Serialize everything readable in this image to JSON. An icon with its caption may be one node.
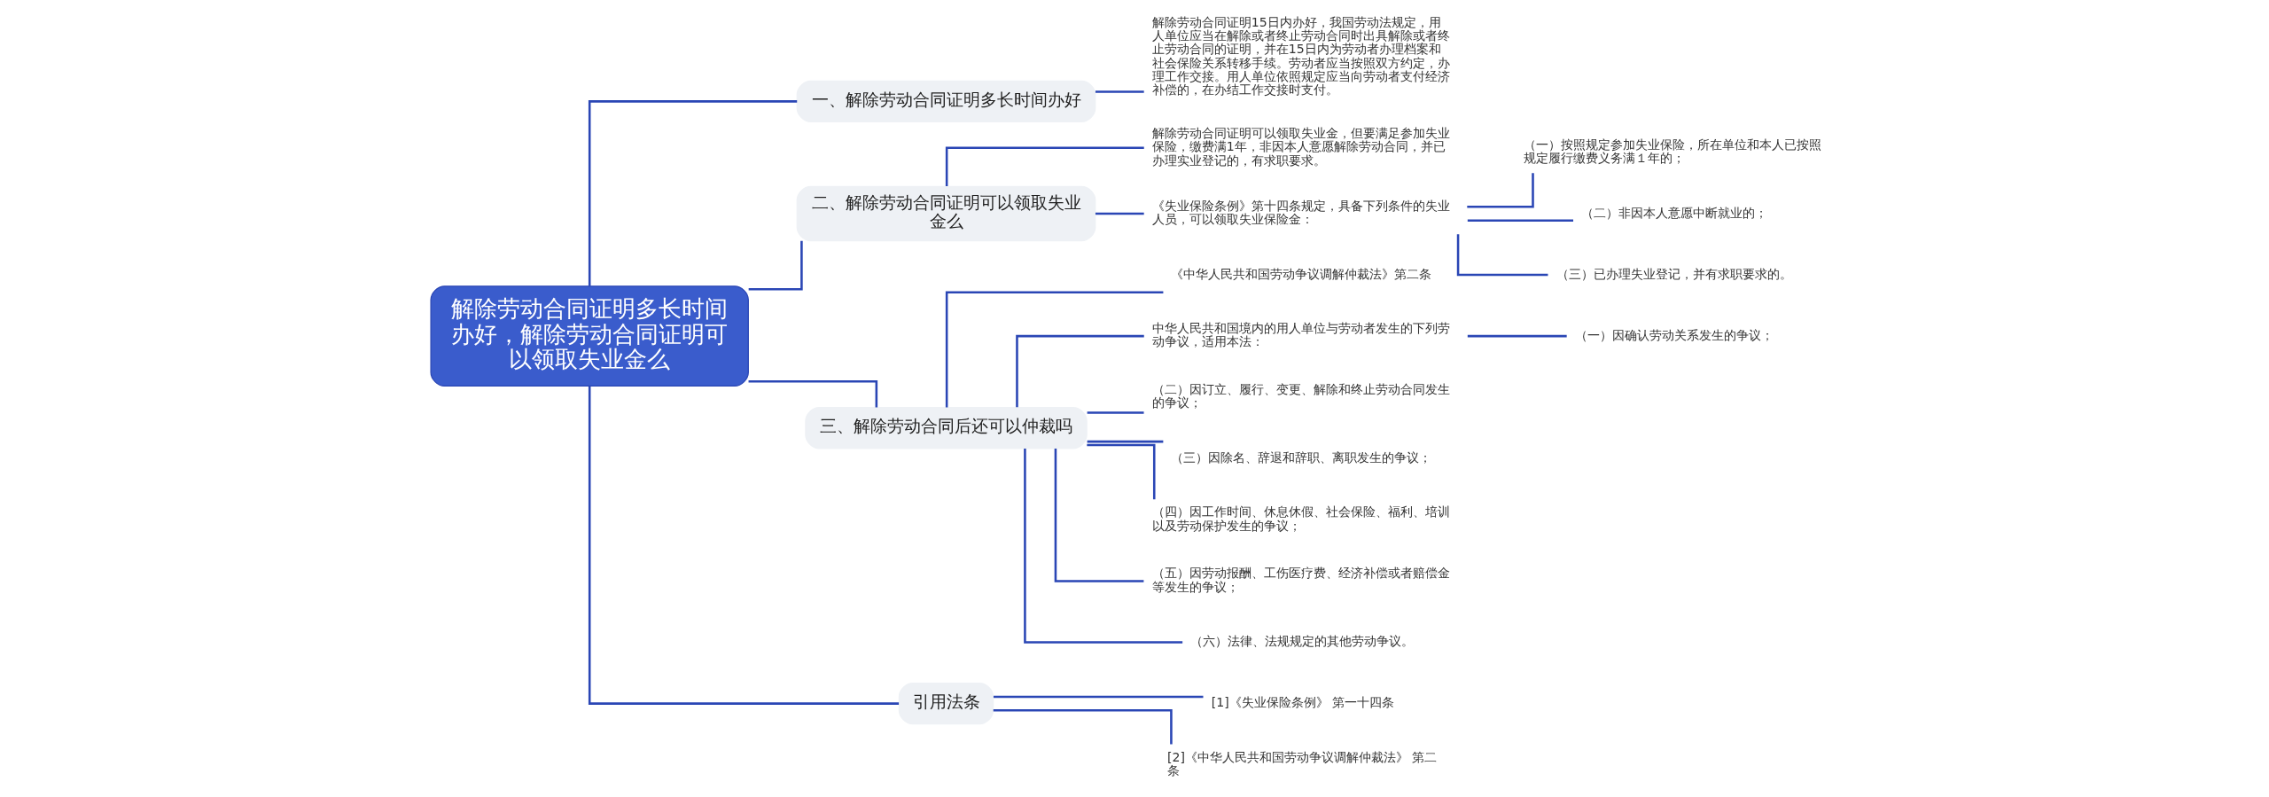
{
  "diagram": {
    "nodes": [
      {
        "text": [
          "解除劳动合同证明多长时间办好，解除劳动合同证明可以领取失业金么"
        ]
      },
      {
        "text": [
          "一、解除劳动合同证明多长时间办好"
        ]
      },
      {
        "text": [
          "解除劳动合同证明15日内办好，我国劳动法规定，用人单位应当在解除或者终止劳动合同时出具解除或者终止劳动合同的证明，并在15日内为劳动者办理档案和社会保险关系转移手续。劳动者应当按照双方约定，办理工作交接。用人单位依照规定应当向劳动者支付经济补偿的，在办结工作交接时支付。"
        ]
      },
      {
        "text": [
          "二、解除劳动合同证明可以领取失业金么"
        ]
      },
      {
        "text": [
          "解除劳动合同证明可以领取失业金，但要满足参加失业保险，缴费满1年，非因本人意愿解除劳动合同，并已办理实业登记的，有求职要求。"
        ]
      },
      {
        "text": [
          "《失业保险条例》第十四条规定，具备下列条件的失业人员，可以领取失业保险金："
        ]
      },
      {
        "text": [
          "（一）按照规定参加失业保险，所在单位和本人已按照规定履行缴费义务满１年的；"
        ]
      },
      {
        "text": [
          "（二）非因本人意愿中断就业的；"
        ]
      },
      {
        "text": [
          "（三）已办理失业登记，并有求职要求的。"
        ]
      },
      {
        "text": [
          "三、解除劳动合同后还可以仲裁吗"
        ]
      },
      {
        "text": [
          "《中华人民共和国劳动争议调解仲裁法》第二条"
        ]
      },
      {
        "text": [
          "中华人民共和国境内的用人单位与劳动者发生的下列劳动争议，适用本法："
        ]
      },
      {
        "text": [
          "（一）因确认劳动关系发生的争议；"
        ]
      },
      {
        "text": [
          "（二）因订立、履行、变更、解除和终止劳动合同发生的争议；"
        ]
      },
      {
        "text": [
          "（三）因除名、辞退和辞职、离职发生的争议；"
        ]
      },
      {
        "text": [
          "（四）因工作时间、休息休假、社会保险、福利、培训以及劳动保护发生的争议；"
        ]
      },
      {
        "text": [
          "（五）因劳动报酬、工伤医疗费、经济补偿或者赔偿金等发生的争议；"
        ]
      },
      {
        "text": [
          "（六）法律、法规规定的其他劳动争议。"
        ]
      },
      {
        "text": [
          "引用法条"
        ]
      },
      {
        "text": [
          "[1]《失业保险条例》 第一十四条"
        ]
      },
      {
        "text": [
          "[2]《中华人民共和国劳动争议调解仲裁法》 第二条"
        ]
      }
    ],
    "edges": [
      {
        "from": 0,
        "to": 1,
        "arrow": "none"
      },
      {
        "from": 1,
        "to": 2,
        "arrow": "none"
      },
      {
        "from": 0,
        "to": 3,
        "arrow": "none"
      },
      {
        "from": 3,
        "to": 4,
        "arrow": "none"
      },
      {
        "from": 3,
        "to": 5,
        "arrow": "none"
      },
      {
        "from": 5,
        "to": 6,
        "arrow": "none"
      },
      {
        "from": 5,
        "to": 7,
        "arrow": "none"
      },
      {
        "from": 5,
        "to": 8,
        "arrow": "none"
      },
      {
        "from": 0,
        "to": 9,
        "arrow": "none"
      },
      {
        "from": 9,
        "to": 10,
        "arrow": "none"
      },
      {
        "from": 9,
        "to": 11,
        "arrow": "none"
      },
      {
        "from": 11,
        "to": 12,
        "arrow": "none"
      },
      {
        "from": 9,
        "to": 13,
        "arrow": "none"
      },
      {
        "from": 9,
        "to": 14,
        "arrow": "none"
      },
      {
        "from": 9,
        "to": 15,
        "arrow": "none"
      },
      {
        "from": 9,
        "to": 16,
        "arrow": "none"
      },
      {
        "from": 9,
        "to": 17,
        "arrow": "none"
      },
      {
        "from": 0,
        "to": 18,
        "arrow": "none"
      },
      {
        "from": 18,
        "to": 19,
        "arrow": "none"
      },
      {
        "from": 18,
        "to": 20,
        "arrow": "none"
      }
    ]
  }
}
